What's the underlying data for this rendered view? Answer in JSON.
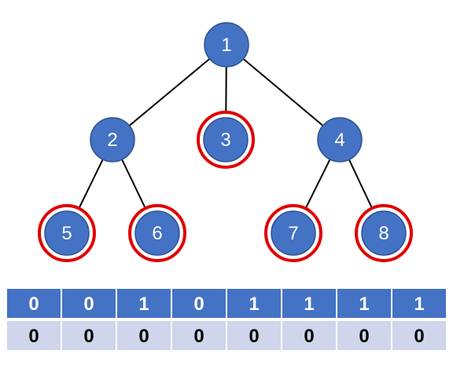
{
  "tree": {
    "nodes": [
      {
        "id": "1",
        "label": "1",
        "highlighted": false
      },
      {
        "id": "2",
        "label": "2",
        "highlighted": false
      },
      {
        "id": "3",
        "label": "3",
        "highlighted": true
      },
      {
        "id": "4",
        "label": "4",
        "highlighted": false
      },
      {
        "id": "5",
        "label": "5",
        "highlighted": true
      },
      {
        "id": "6",
        "label": "6",
        "highlighted": true
      },
      {
        "id": "7",
        "label": "7",
        "highlighted": true
      },
      {
        "id": "8",
        "label": "8",
        "highlighted": true
      }
    ],
    "edges": [
      [
        "1",
        "2"
      ],
      [
        "1",
        "3"
      ],
      [
        "1",
        "4"
      ],
      [
        "2",
        "5"
      ],
      [
        "2",
        "6"
      ],
      [
        "4",
        "7"
      ],
      [
        "4",
        "8"
      ]
    ]
  },
  "array": {
    "top_row": [
      "0",
      "0",
      "1",
      "0",
      "1",
      "1",
      "1",
      "1"
    ],
    "bottom_row": [
      "0",
      "0",
      "0",
      "0",
      "0",
      "0",
      "0",
      "0"
    ]
  },
  "colors": {
    "node_fill": "#4472c4",
    "node_stroke": "#2f528f",
    "highlight_ring": "#e00000",
    "edge": "#000000",
    "top_row_fill": "#4472c4",
    "bottom_row_fill": "#cfd5ea",
    "cell_border": "#ffffff"
  }
}
